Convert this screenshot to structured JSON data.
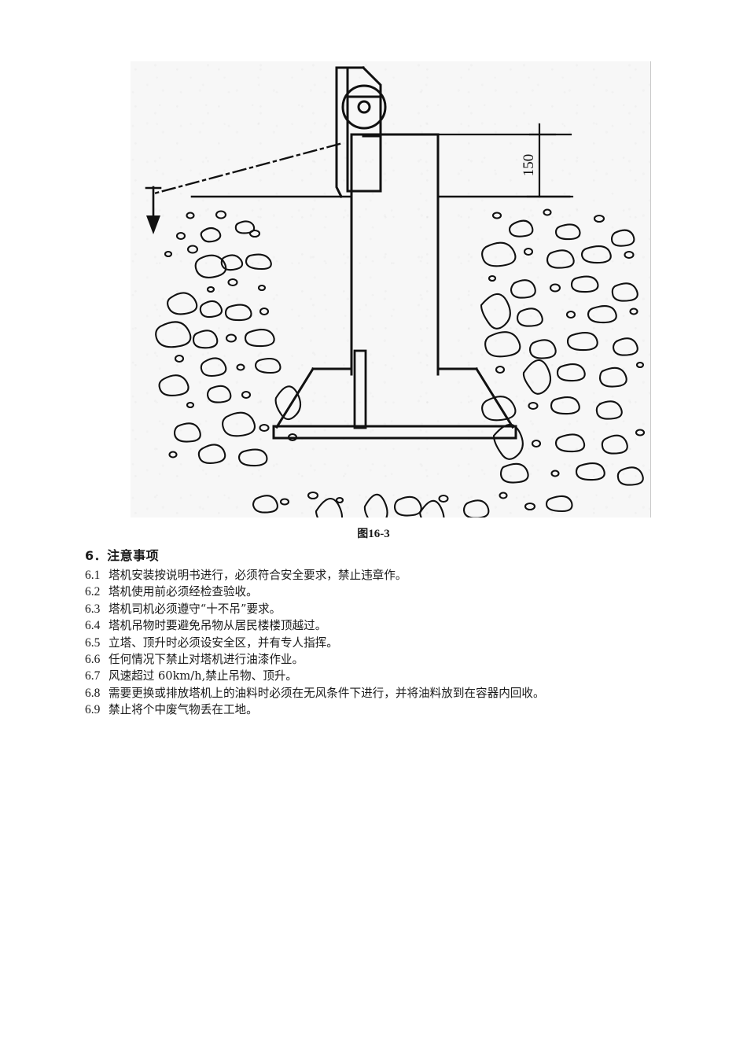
{
  "figure": {
    "caption_cn": "图",
    "caption_num": "16-3",
    "dimension_label": "150",
    "diagram_description": "tower-crane-foundation-section",
    "ink_color": "#111111",
    "paper_color": "#f7f7f7"
  },
  "notes": {
    "heading_number": "6．",
    "heading_title": "注意事项",
    "items": [
      {
        "num": "6.1",
        "text": "塔机安装按说明书进行，必须符合安全要求，禁止违章作。"
      },
      {
        "num": "6.2",
        "text": "塔机使用前必须经检查验收。"
      },
      {
        "num": "6.3",
        "text": "塔机司机必须遵守“十不吊”要求。"
      },
      {
        "num": "6.4",
        "text": "塔机吊物时要避免吊物从居民楼楼顶越过。"
      },
      {
        "num": "6.5",
        "text": "立塔、顶升时必须设安全区，并有专人指挥。"
      },
      {
        "num": "6.6",
        "text": "任何情况下禁止对塔机进行油漆作业。"
      },
      {
        "num": "6.7",
        "text": "风速超过 60km/h,禁止吊物、顶升。"
      },
      {
        "num": "6.8",
        "text": "需要更换或排放塔机上的油料时必须在无风条件下进行，并将油料放到在容器内回收。"
      },
      {
        "num": "6.9",
        "text": "禁止将个中废气物丢在工地。"
      }
    ]
  }
}
